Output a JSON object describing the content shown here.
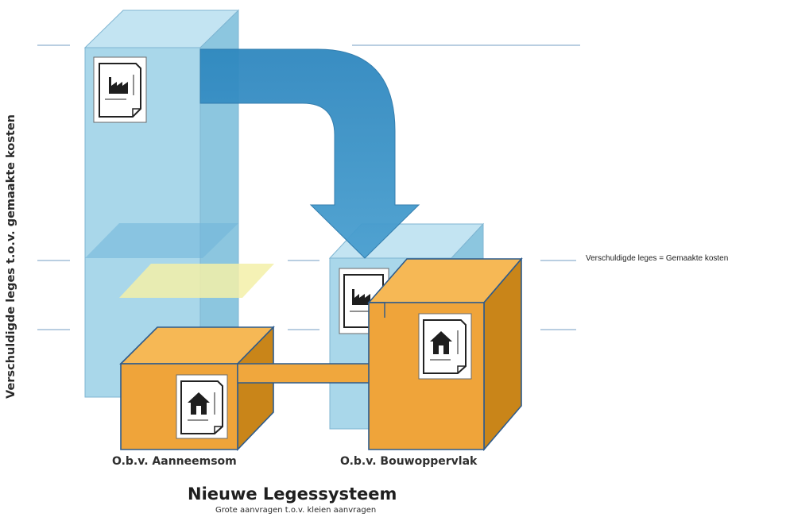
{
  "diagram": {
    "y_axis_label": "Verschuldigde leges t.o.v. gemaakte kosten",
    "equality_note": "Verschuldigde leges = Gemaakte kosten",
    "categories": [
      {
        "label": "O.b.v. Aanneemsom"
      },
      {
        "label": "O.b.v. Bouwoppervlak"
      }
    ],
    "title": "Nieuwe Legessysteem",
    "subtitle": "Grote aanvragen t.o.v. kleien aanvragen",
    "colors": {
      "blue_block_front": "#a9d7ea",
      "blue_block_side": "#8cc6df",
      "blue_arrow": "#3f93c5",
      "orange_block_front": "#efa43a",
      "orange_block_side": "#c98519",
      "orange_outline": "#2d5b8c",
      "yellow_plane": "#f3f0a8",
      "guide_line": "#8fb0cf"
    },
    "icons": [
      "factory-document-icon",
      "house-document-icon"
    ]
  }
}
